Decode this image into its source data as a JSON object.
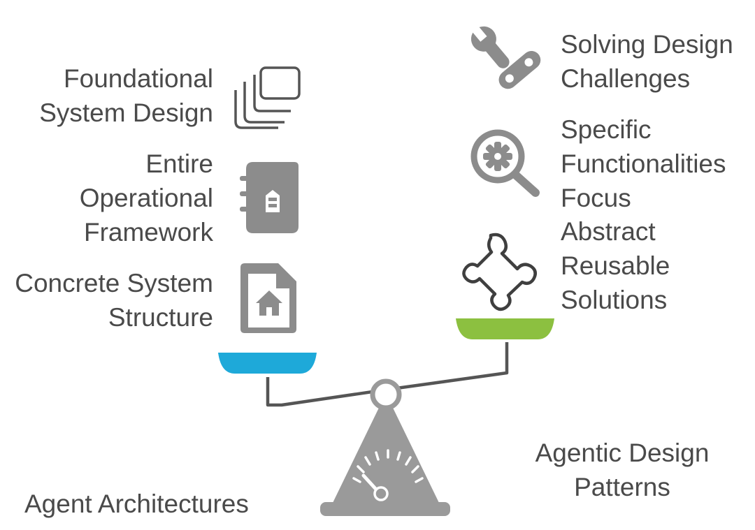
{
  "left_group": {
    "title": "Agent Architectures",
    "items": [
      {
        "lines": [
          "Foundational",
          "System Design"
        ],
        "icon": "layers-icon"
      },
      {
        "lines": [
          "Entire",
          "Operational",
          "Framework"
        ],
        "icon": "notebook-icon"
      },
      {
        "lines": [
          "Concrete System",
          "Structure"
        ],
        "icon": "house-document-icon"
      }
    ],
    "pan_color": "#1ea9d9"
  },
  "right_group": {
    "title_lines": [
      "Agentic Design",
      "Patterns"
    ],
    "items": [
      {
        "lines": [
          "Solving Design",
          "Challenges"
        ],
        "icon": "wrench-icon"
      },
      {
        "lines": [
          "Specific",
          "Functionalities",
          "Focus"
        ],
        "icon": "gear-magnifier-icon"
      },
      {
        "lines": [
          "Abstract",
          "Reusable",
          "Solutions"
        ],
        "icon": "puzzle-piece-icon"
      }
    ],
    "pan_color": "#8cc040"
  },
  "icon_color": "#8c8c8c",
  "scale_color": "#9a9a9a"
}
